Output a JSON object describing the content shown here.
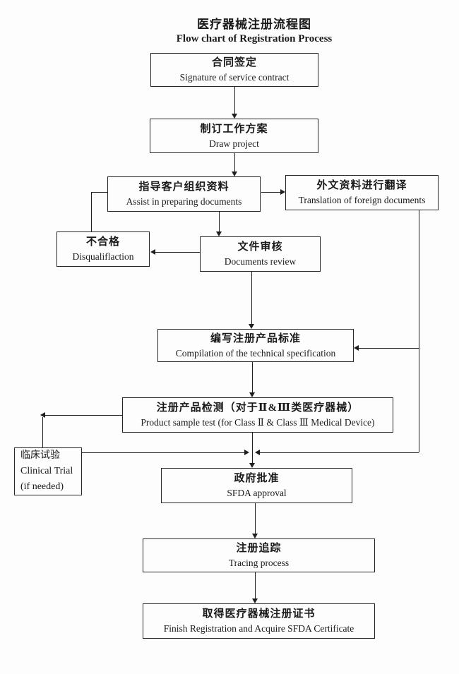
{
  "title": {
    "zh": "医疗器械注册流程图",
    "en": "Flow chart of Registration Process"
  },
  "nodes": {
    "contract": {
      "zh": "合同签定",
      "en": "Signature of service contract"
    },
    "project": {
      "zh": "制订工作方案",
      "en": "Draw project"
    },
    "assist": {
      "zh": "指导客户组织资料",
      "en": "Assist in preparing documents"
    },
    "translation": {
      "zh": "外文资料进行翻译",
      "en": "Translation of foreign documents"
    },
    "disqualification": {
      "zh": "不合格",
      "en": "Disqualiflaction"
    },
    "review": {
      "zh": "文件审核",
      "en": "Documents review"
    },
    "specification": {
      "zh": "编写注册产品标准",
      "en": "Compilation of the technical specification"
    },
    "sample_test": {
      "zh": "注册产品检测（对于Ⅱ&Ⅲ类医疗器械）",
      "en": "Product sample test (for Class Ⅱ & Class Ⅲ Medical Device)"
    },
    "clinical": {
      "zh": "临床试验",
      "en1": "Clinical Trial",
      "en2": "(if needed)"
    },
    "approval": {
      "zh": "政府批准",
      "en": "SFDA approval"
    },
    "tracing": {
      "zh": "注册追踪",
      "en": "Tracing process"
    },
    "certificate": {
      "zh": "取得医疗器械注册证书",
      "en": "Finish Registration and Acquire SFDA Certificate"
    }
  },
  "edges": [
    {
      "from": "contract",
      "to": "project",
      "arrow": "down"
    },
    {
      "from": "project",
      "to": "assist",
      "arrow": "down"
    },
    {
      "from": "assist",
      "to": "translation",
      "arrow": "right"
    },
    {
      "from": "assist",
      "to": "disqualification",
      "arrow": "none"
    },
    {
      "from": "assist",
      "to": "review",
      "arrow": "down"
    },
    {
      "from": "review",
      "to": "disqualification",
      "arrow": "left"
    },
    {
      "from": "review",
      "to": "specification",
      "arrow": "down"
    },
    {
      "from": "translation",
      "to": "specification",
      "arrow": "left-into-right-side"
    },
    {
      "from": "translation",
      "to": "approval",
      "arrow": "left-into-junction"
    },
    {
      "from": "specification",
      "to": "sample_test",
      "arrow": "down"
    },
    {
      "from": "sample_test",
      "to": "clinical",
      "arrow": "left-then-down"
    },
    {
      "from": "clinical",
      "to": "approval",
      "arrow": "right-into-junction"
    },
    {
      "from": "sample_test",
      "to": "approval",
      "arrow": "down"
    },
    {
      "from": "approval",
      "to": "tracing",
      "arrow": "down"
    },
    {
      "from": "tracing",
      "to": "certificate",
      "arrow": "down"
    }
  ],
  "colors": {
    "line": "#1f1f1f",
    "border": "#262626",
    "background": "#fdfdfd",
    "text": "#1a1a1a"
  }
}
